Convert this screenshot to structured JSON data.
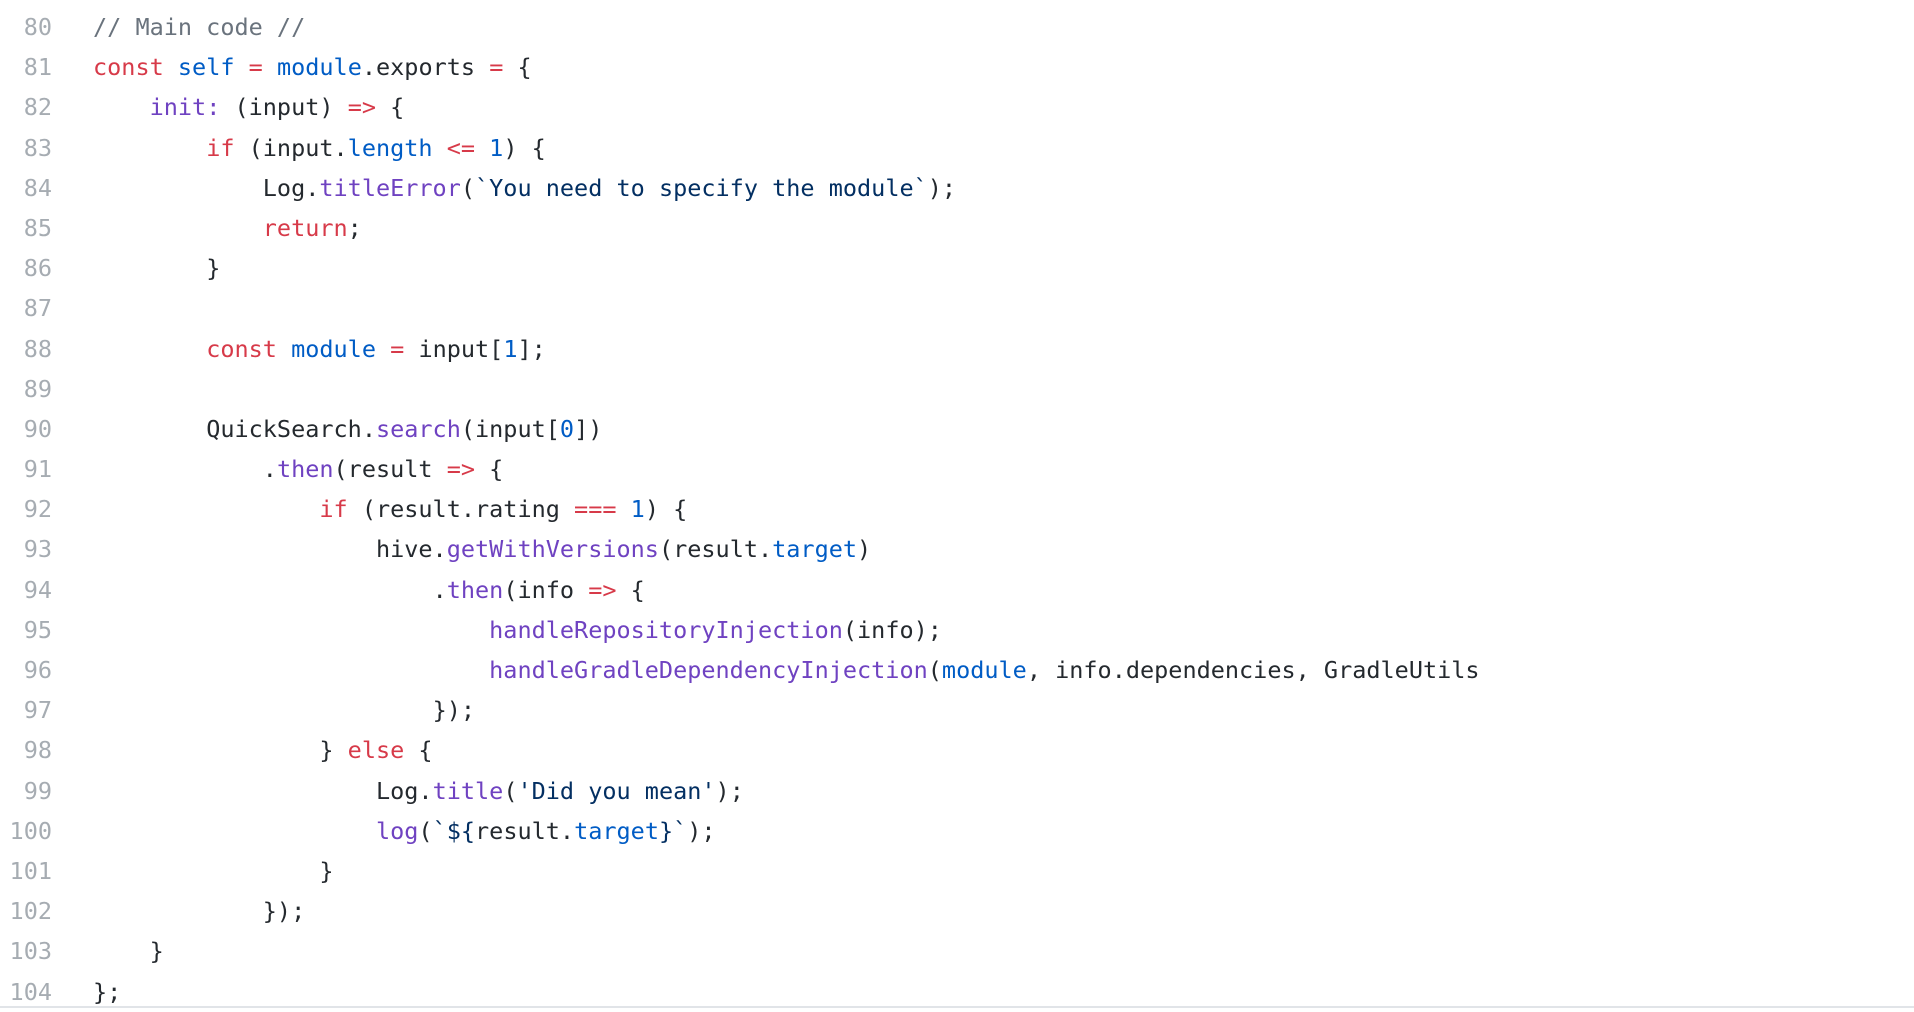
{
  "colors": {
    "keyword": "#d73a49",
    "function": "#6f42c1",
    "comment": "#6a737d",
    "constant": "#005cc5",
    "string": "#032f62",
    "text": "#24292e",
    "line_number": "#a6acb2"
  },
  "lines": [
    {
      "n": "80",
      "tokens": [
        {
          "t": "// Main code //",
          "c": "c"
        }
      ]
    },
    {
      "n": "81",
      "tokens": [
        {
          "t": "const",
          "c": "k"
        },
        {
          "t": " "
        },
        {
          "t": "self",
          "c": "n"
        },
        {
          "t": " "
        },
        {
          "t": "=",
          "c": "k"
        },
        {
          "t": " "
        },
        {
          "t": "module",
          "c": "n"
        },
        {
          "t": ".exports "
        },
        {
          "t": "=",
          "c": "k"
        },
        {
          "t": " {"
        }
      ]
    },
    {
      "n": "82",
      "tokens": [
        {
          "t": "\t"
        },
        {
          "t": "init",
          "c": "f"
        },
        {
          "t": ":",
          "c": "f"
        },
        {
          "t": " (input) "
        },
        {
          "t": "=>",
          "c": "k"
        },
        {
          "t": " {"
        }
      ]
    },
    {
      "n": "83",
      "tokens": [
        {
          "t": "\t\t"
        },
        {
          "t": "if",
          "c": "k"
        },
        {
          "t": " (input."
        },
        {
          "t": "length",
          "c": "n"
        },
        {
          "t": " "
        },
        {
          "t": "<=",
          "c": "k"
        },
        {
          "t": " "
        },
        {
          "t": "1",
          "c": "n"
        },
        {
          "t": ") {"
        }
      ]
    },
    {
      "n": "84",
      "tokens": [
        {
          "t": "\t\t\tLog."
        },
        {
          "t": "titleError",
          "c": "f"
        },
        {
          "t": "("
        },
        {
          "t": "`You need to specify the module`",
          "c": "s"
        },
        {
          "t": ");"
        }
      ]
    },
    {
      "n": "85",
      "tokens": [
        {
          "t": "\t\t\t"
        },
        {
          "t": "return",
          "c": "k"
        },
        {
          "t": ";"
        }
      ]
    },
    {
      "n": "86",
      "tokens": [
        {
          "t": "\t\t}"
        }
      ]
    },
    {
      "n": "87",
      "tokens": []
    },
    {
      "n": "88",
      "tokens": [
        {
          "t": "\t\t"
        },
        {
          "t": "const",
          "c": "k"
        },
        {
          "t": " "
        },
        {
          "t": "module",
          "c": "n"
        },
        {
          "t": " "
        },
        {
          "t": "=",
          "c": "k"
        },
        {
          "t": " input["
        },
        {
          "t": "1",
          "c": "n"
        },
        {
          "t": "];"
        }
      ]
    },
    {
      "n": "89",
      "tokens": []
    },
    {
      "n": "90",
      "tokens": [
        {
          "t": "\t\tQuickSearch."
        },
        {
          "t": "search",
          "c": "f"
        },
        {
          "t": "(input["
        },
        {
          "t": "0",
          "c": "n"
        },
        {
          "t": "])"
        }
      ]
    },
    {
      "n": "91",
      "tokens": [
        {
          "t": "\t\t\t."
        },
        {
          "t": "then",
          "c": "f"
        },
        {
          "t": "(result "
        },
        {
          "t": "=>",
          "c": "k"
        },
        {
          "t": " {"
        }
      ]
    },
    {
      "n": "92",
      "tokens": [
        {
          "t": "\t\t\t\t"
        },
        {
          "t": "if",
          "c": "k"
        },
        {
          "t": " (result.rating "
        },
        {
          "t": "===",
          "c": "k"
        },
        {
          "t": " "
        },
        {
          "t": "1",
          "c": "n"
        },
        {
          "t": ") {"
        }
      ]
    },
    {
      "n": "93",
      "tokens": [
        {
          "t": "\t\t\t\t\thive."
        },
        {
          "t": "getWithVersions",
          "c": "f"
        },
        {
          "t": "(result."
        },
        {
          "t": "target",
          "c": "n"
        },
        {
          "t": ")"
        }
      ]
    },
    {
      "n": "94",
      "tokens": [
        {
          "t": "\t\t\t\t\t\t."
        },
        {
          "t": "then",
          "c": "f"
        },
        {
          "t": "(info "
        },
        {
          "t": "=>",
          "c": "k"
        },
        {
          "t": " {"
        }
      ]
    },
    {
      "n": "95",
      "tokens": [
        {
          "t": "\t\t\t\t\t\t\t"
        },
        {
          "t": "handleRepositoryInjection",
          "c": "f"
        },
        {
          "t": "(info);"
        }
      ]
    },
    {
      "n": "96",
      "tokens": [
        {
          "t": "\t\t\t\t\t\t\t"
        },
        {
          "t": "handleGradleDependencyInjection",
          "c": "f"
        },
        {
          "t": "("
        },
        {
          "t": "module",
          "c": "n"
        },
        {
          "t": ", info.dependencies, GradleUtils"
        }
      ]
    },
    {
      "n": "97",
      "tokens": [
        {
          "t": "\t\t\t\t\t\t});"
        }
      ]
    },
    {
      "n": "98",
      "tokens": [
        {
          "t": "\t\t\t\t} "
        },
        {
          "t": "else",
          "c": "k"
        },
        {
          "t": " {"
        }
      ]
    },
    {
      "n": "99",
      "tokens": [
        {
          "t": "\t\t\t\t\tLog."
        },
        {
          "t": "title",
          "c": "f"
        },
        {
          "t": "("
        },
        {
          "t": "'Did you mean'",
          "c": "s"
        },
        {
          "t": ");"
        }
      ]
    },
    {
      "n": "100",
      "tokens": [
        {
          "t": "\t\t\t\t\t"
        },
        {
          "t": "log",
          "c": "f"
        },
        {
          "t": "("
        },
        {
          "t": "`${",
          "c": "s"
        },
        {
          "t": "result."
        },
        {
          "t": "target",
          "c": "n"
        },
        {
          "t": "}`",
          "c": "s"
        },
        {
          "t": ");"
        }
      ]
    },
    {
      "n": "101",
      "tokens": [
        {
          "t": "\t\t\t\t}"
        }
      ]
    },
    {
      "n": "102",
      "tokens": [
        {
          "t": "\t\t\t});"
        }
      ]
    },
    {
      "n": "103",
      "tokens": [
        {
          "t": "\t}"
        }
      ]
    },
    {
      "n": "104",
      "tokens": [
        {
          "t": "};"
        }
      ]
    }
  ]
}
